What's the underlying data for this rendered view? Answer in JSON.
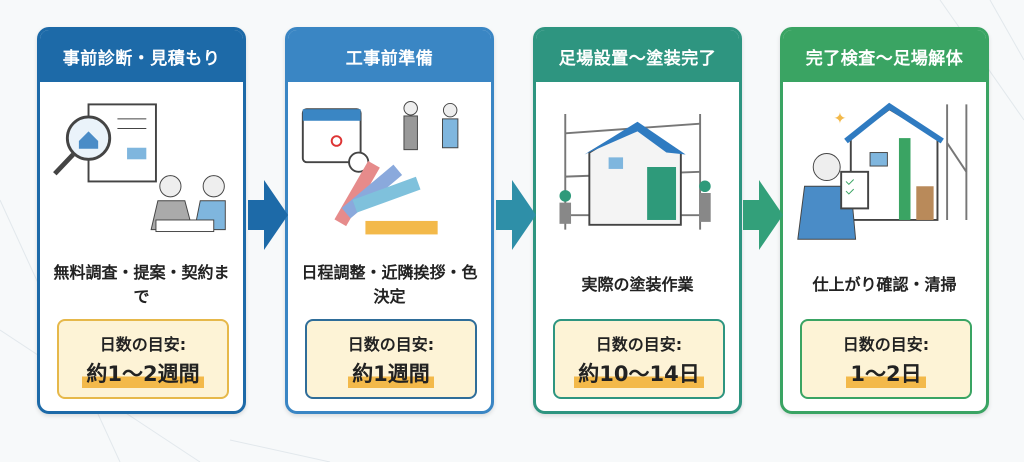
{
  "steps": [
    {
      "title": "事前診断・見積もり",
      "description": "無料調査・提案・契約まで",
      "duration_label": "日数の目安:",
      "duration": "約1〜2週間",
      "color": "#1d6aa8",
      "badge_border": "#e6b84a"
    },
    {
      "title": "工事前準備",
      "description": "日程調整・近隣挨拶・色決定",
      "duration_label": "日数の目安:",
      "duration": "約1週間",
      "color": "#3a86c4",
      "badge_border": "#2f6d99"
    },
    {
      "title": "足場設置〜塗装完了",
      "description": "実際の塗装作業",
      "duration_label": "日数の目安:",
      "duration": "約10〜14日",
      "color": "#2e9580",
      "badge_border": "#2e9580"
    },
    {
      "title": "完了検査〜足場解体",
      "description": "仕上がり確認・清掃",
      "duration_label": "日数の目安:",
      "duration": "1〜2日",
      "color": "#3aa463",
      "badge_border": "#3aa463"
    }
  ],
  "illustrations": [
    "magnifier-house-handshake-icon",
    "calendar-greeting-palette-icon",
    "scaffold-painters-icon",
    "inspector-house-icon"
  ],
  "arrow_colors": [
    "#1d6aa8",
    "#2e8fa8",
    "#33a07a"
  ]
}
